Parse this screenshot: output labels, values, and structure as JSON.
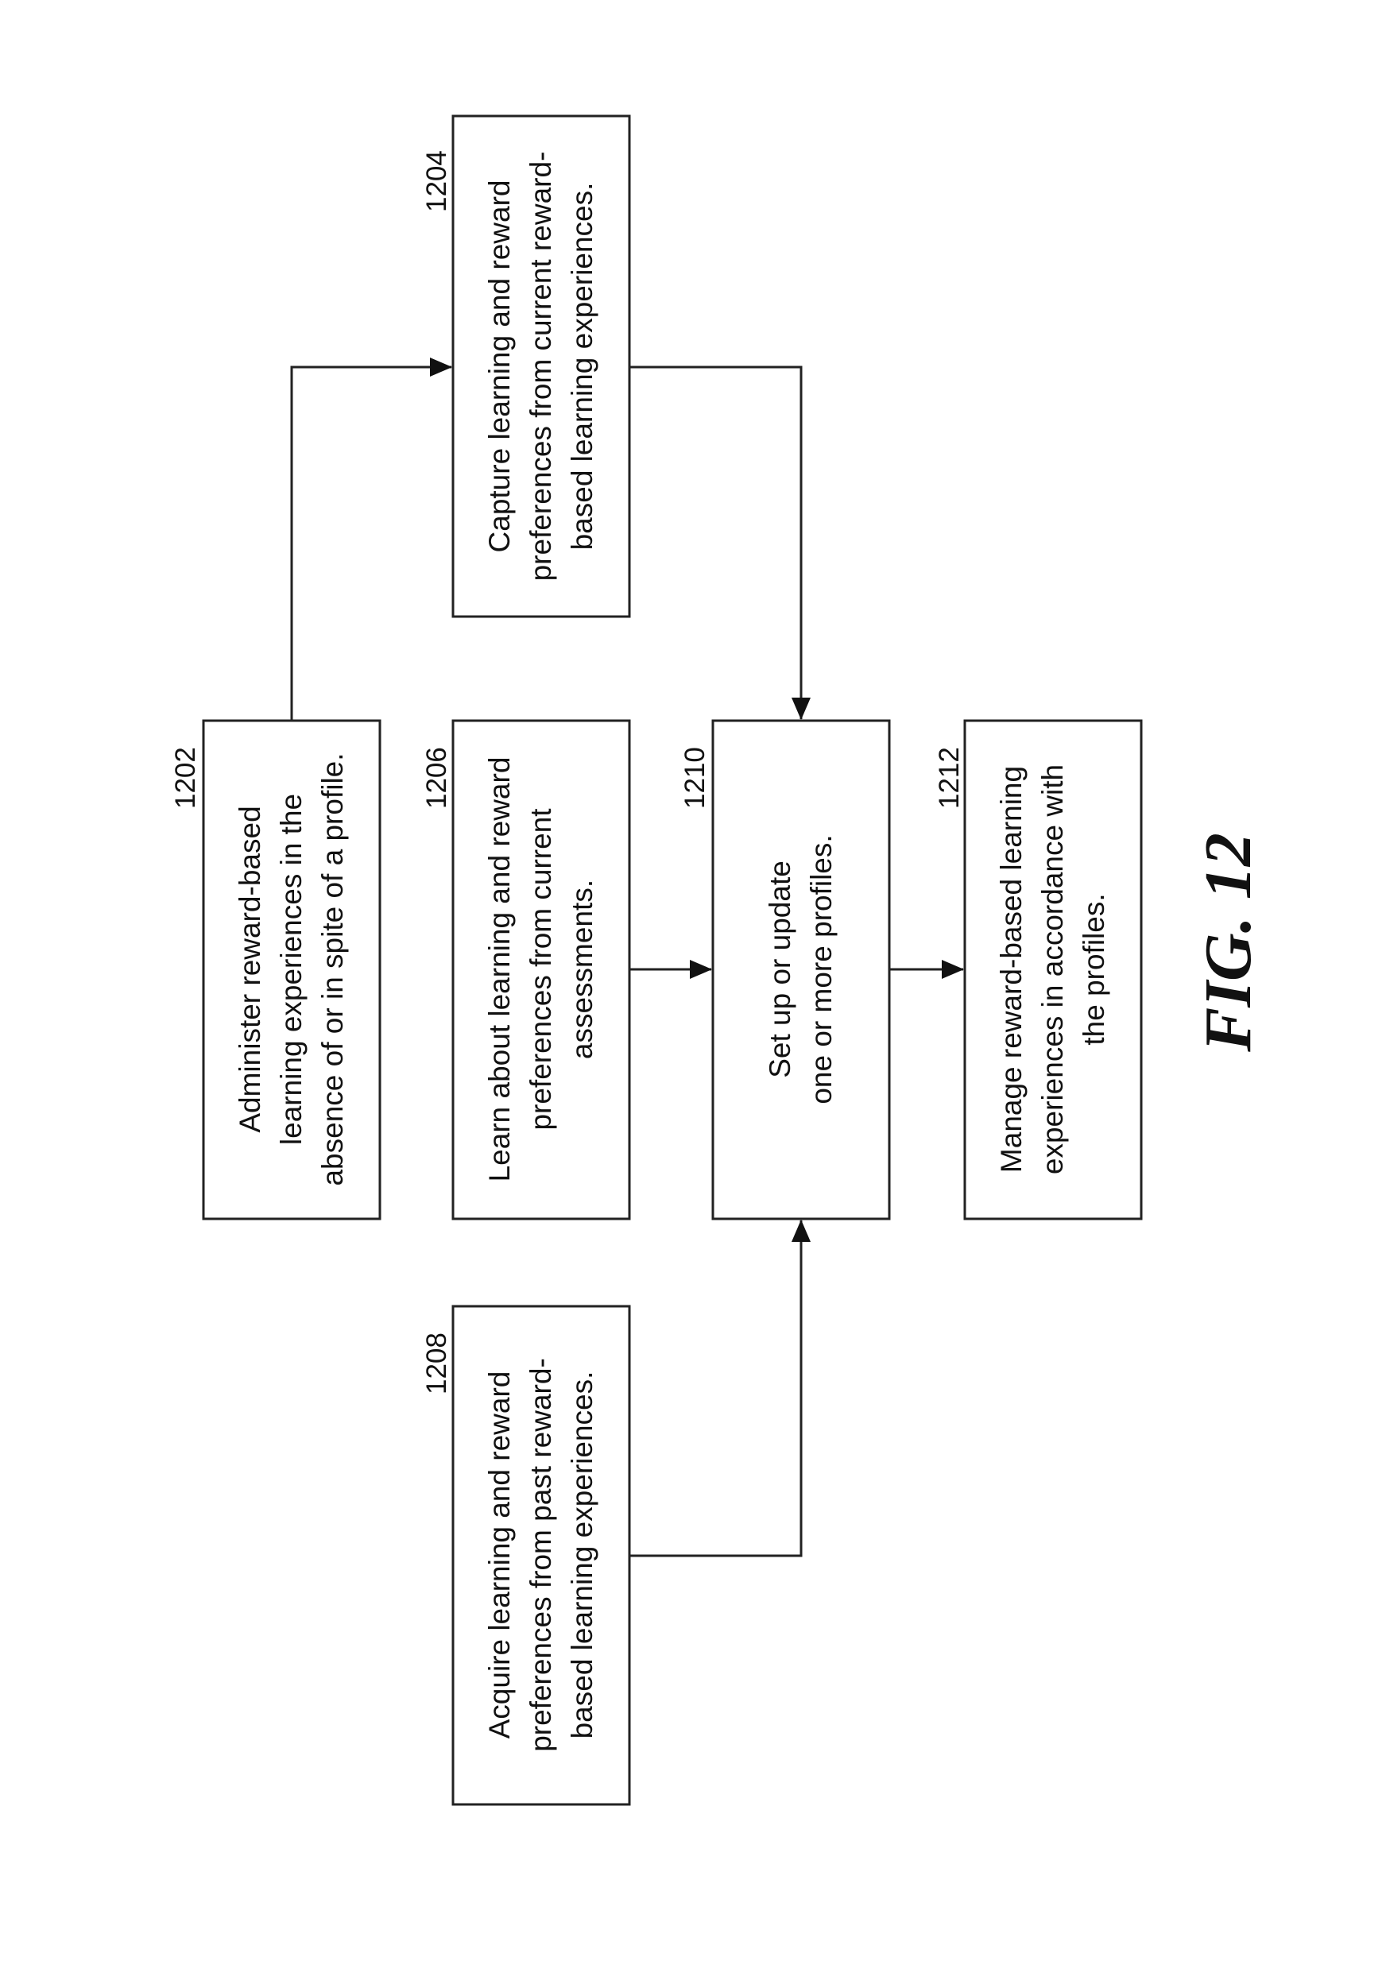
{
  "figure": {
    "label": "FIG. 12"
  },
  "boxes": [
    {
      "id": "1202",
      "ref": "1202",
      "lines": [
        "Administer reward-based",
        "learning experiences in the",
        "absence of or in spite of a profile."
      ]
    },
    {
      "id": "1204",
      "ref": "1204",
      "lines": [
        "Capture learning and reward",
        "preferences from current reward-",
        "based learning experiences."
      ]
    },
    {
      "id": "1206",
      "ref": "1206",
      "lines": [
        "Learn about learning and reward",
        "preferences from current",
        "assessments."
      ]
    },
    {
      "id": "1208",
      "ref": "1208",
      "lines": [
        "Acquire learning and reward",
        "preferences from past reward-",
        "based learning experiences."
      ]
    },
    {
      "id": "1210",
      "ref": "1210",
      "lines": [
        "Set up or update",
        "one or more profiles."
      ]
    },
    {
      "id": "1212",
      "ref": "1212",
      "lines": [
        "Manage reward-based learning",
        "experiences in accordance with",
        "the profiles."
      ]
    }
  ],
  "connections": [
    {
      "from": "1202",
      "to": "1204"
    },
    {
      "from": "1204",
      "to": "1210"
    },
    {
      "from": "1206",
      "to": "1210"
    },
    {
      "from": "1208",
      "to": "1210"
    },
    {
      "from": "1210",
      "to": "1212"
    }
  ]
}
